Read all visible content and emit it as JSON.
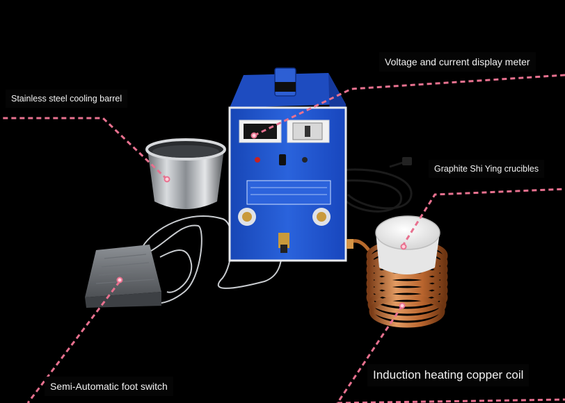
{
  "labels": {
    "display_meter": "Voltage and current display meter",
    "cooling_barrel": "Stainless steel cooling barrel",
    "crucibles": "Graphite Shi Ying crucibles",
    "foot_switch": "Semi-Automatic foot switch",
    "copper_coil": "Induction heating copper coil"
  },
  "colors": {
    "background": "#000000",
    "cabinet_blue": "#1f4fc8",
    "leader_line": "#e8718f",
    "copper": "#c8743c"
  }
}
